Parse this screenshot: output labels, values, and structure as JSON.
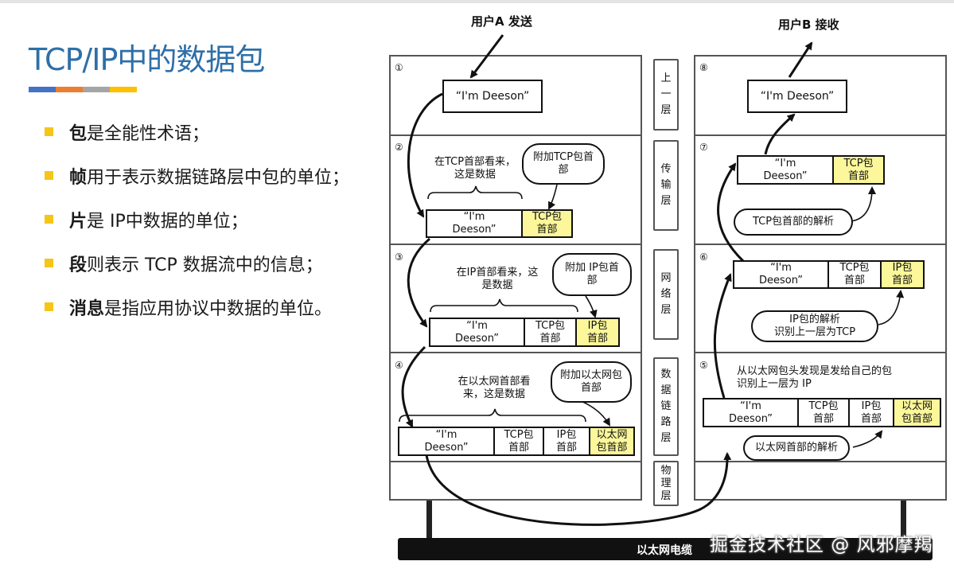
{
  "slide": {
    "title": "TCP/IP中的数据包",
    "stripe_colors": [
      "#4472c4",
      "#ed7d31",
      "#a5a5a5",
      "#ffc000"
    ],
    "bullets": [
      {
        "bold": "包",
        "rest": "是全能性术语；"
      },
      {
        "bold": "帧",
        "rest": "用于表示数据链路层中包的单位；"
      },
      {
        "bold": "片",
        "rest": "是 IP中数据的单位；"
      },
      {
        "bold": "段",
        "rest": "则表示 TCP 数据流中的信息；"
      },
      {
        "bold": "消息",
        "rest": "是指应用协议中数据的单位。"
      }
    ]
  },
  "diagram": {
    "sender_label": "用户A 发送",
    "receiver_label": "用户B 接收",
    "layers": {
      "upper": [
        "上",
        "一",
        "层"
      ],
      "transport": [
        "传",
        "输",
        "层"
      ],
      "network": [
        "网",
        "络",
        "层"
      ],
      "datalink": [
        "数",
        "据",
        "链",
        "路",
        "层"
      ],
      "physical": [
        "物",
        "理",
        "层"
      ]
    },
    "steps": [
      "①",
      "②",
      "③",
      "④",
      "⑤",
      "⑥",
      "⑦",
      "⑧"
    ],
    "data_text": "“I'm Deeson”",
    "data_line1": "“I'm",
    "data_line2": "Deeson”",
    "tcp_hdr": [
      "TCP包",
      "首部"
    ],
    "ip_hdr": [
      "IP包",
      "首部"
    ],
    "eth_hdr": [
      "以太网",
      "包首部"
    ],
    "left": {
      "s2_note": [
        "在TCP首部看来，",
        "这是数据"
      ],
      "s2_bubble": [
        "附加TCP包首",
        "部"
      ],
      "s3_note": [
        "在IP首部看来，这",
        "是数据"
      ],
      "s3_bubble": [
        "附加 IP包首",
        "部"
      ],
      "s4_note": [
        "在以太网首部看",
        "来，这是数据"
      ],
      "s4_bubble": [
        "附加以太网包",
        "首部"
      ]
    },
    "right": {
      "s5_note": [
        "从以太网包头发现是发给自己的包",
        "识别上一层为 IP"
      ],
      "s5_bubble": "以太网首部的解析",
      "s6_bubble": [
        "IP包的解析",
        "识别上一层为TCP"
      ],
      "s7_bubble": "TCP包首部的解析"
    },
    "cable_label": "以太网电缆",
    "watermark": "掘金技术社区 @ 风邪摩羯"
  }
}
